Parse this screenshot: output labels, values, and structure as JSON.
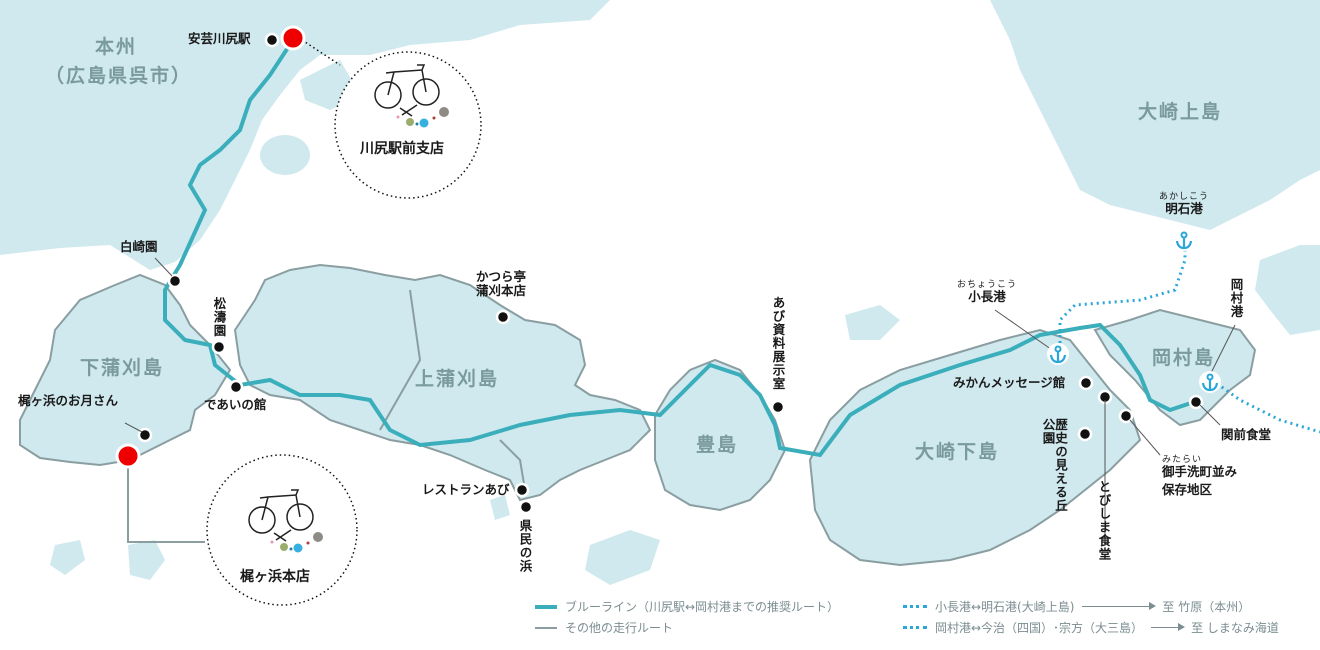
{
  "map": {
    "colors": {
      "sea": "#ffffff",
      "land": "#cfe9ee",
      "island_outline": "#8a9ea1",
      "blue_line": "#3aaebb",
      "ferry_dotted": "#2aa6d8",
      "shop_marker": "#ee0000",
      "spot_marker": "#111111",
      "island_label": "#7a9a9d"
    },
    "regions": {
      "honshu": "本州",
      "honshu_sub": "（広島県呉市）",
      "shimo_kamagari": "下蒲刈島",
      "kami_kamagari": "上蒲刈島",
      "toyoshima": "豊島",
      "osaki_shimojima": "大崎下島",
      "osaki_kamijima": "大崎上島",
      "okamura": "岡村島"
    },
    "spots": {
      "aki_kawajiri": "安芸川尻駅",
      "hakusaien": "白崎園",
      "shoutouen": "松濤園",
      "deai_no_yakata": "であいの館",
      "kajigahama_otsukisan": "梶ヶ浜のお月さん",
      "katsuratei": "かつら亭\n蒲刈本店",
      "restaurant_abi": "レストランあび",
      "kenmin_no_hama": "県民の浜",
      "abi_shiryo": "あび資料展示室",
      "mikan_message": "みかんメッセージ館",
      "rekishi_park": "歴史の見える丘公園",
      "tobishima_shokudo": "とびしま食堂",
      "mitarai_ruby": "みたらい",
      "mitarai": "御手洗町並み",
      "mitarai_2": "保存地区",
      "sekizen_shokudo": "関前食堂"
    },
    "ports": {
      "ocho_ruby": "おちょうこう",
      "ocho": "小長港",
      "akashi_ruby": "あかしこう",
      "akashi": "明石港",
      "okamura_port": "岡村港"
    },
    "shops": [
      {
        "name": "川尻駅前支店"
      },
      {
        "name": "梶ヶ浜本店"
      }
    ]
  },
  "legend": {
    "blue_line": "ブルーライン（川尻駅↔岡村港までの推奨ルート）",
    "other_route": "その他の走行ルート",
    "ferry_1": "小長港↔明石港(大崎上島)",
    "ferry_1_dest": "至  竹原（本州）",
    "ferry_2": "岡村港↔今治（四国）･宗方（大三島）",
    "ferry_2_dest": "至  しまなみ海道"
  }
}
